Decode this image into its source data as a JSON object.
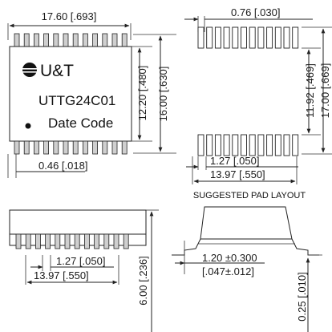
{
  "logo": {
    "brand": "U&T"
  },
  "chip": {
    "part_number": "UTTG24C01",
    "marking": "Date Code"
  },
  "dimensions": {
    "top_width": "17.60 [.693]",
    "pad_width": "0.76 [.030]",
    "body_width": "12.20 [.480]",
    "overall_width": "16.00 [.630]",
    "pad_inner": "11.92 [.469]",
    "pad_outer": "17.00 [.669]",
    "lead_width": "0.46 [.018]",
    "pitch_pad": "1.27 [.050]",
    "span_pad": "13.97 [.550]",
    "pitch_side": "1.27 [.050]",
    "span_side": "13.97 [.550]",
    "height": "6.00 [.236]",
    "standoff_tol": "1.20 ±0.300",
    "standoff_tol_in": "[.047±.012]",
    "foot": "0.25 [.010]"
  },
  "captions": {
    "suggested_pad_layout": "SUGGESTED PAD LAYOUT"
  },
  "colors": {
    "line": "#222222",
    "text": "#1a1a1a",
    "background": "#ffffff"
  }
}
